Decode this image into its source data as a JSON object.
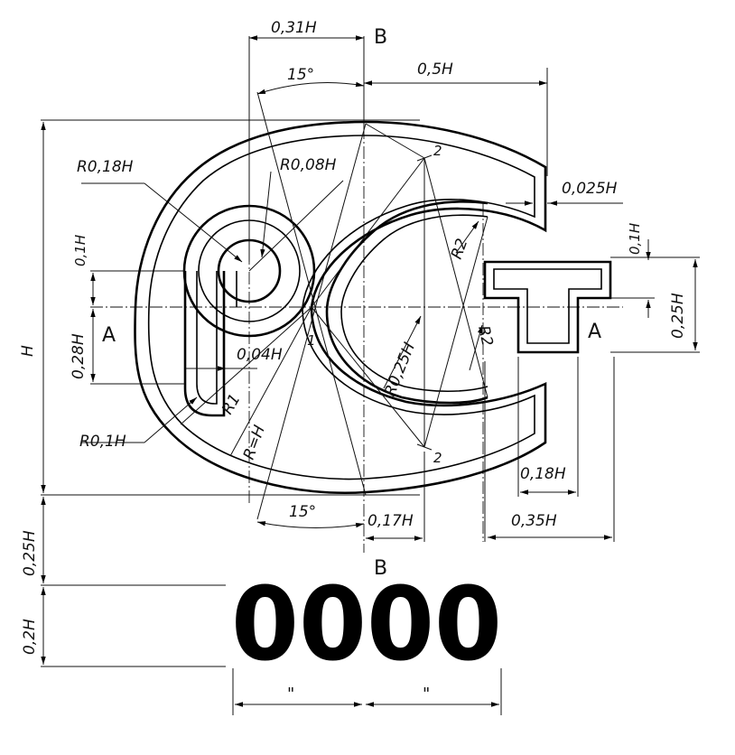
{
  "colors": {
    "ink": "#000000",
    "paper": "#ffffff"
  },
  "labels": {
    "d_031H": "0,31H",
    "d_15_top": "15°",
    "d_05H": "0,5H",
    "section_B_top": "B",
    "R018H": "R0,18H",
    "R008H": "R0,08H",
    "d_0025H": "0,025H",
    "d_01H_left": "0,1H",
    "d_01H_right": "0,1H",
    "d_025H_right": "0,25H",
    "R2_top": "R2",
    "R2_mid": "R2",
    "R025H": "R0,25H",
    "section_A_left": "A",
    "section_A_right": "A",
    "point_1": "1",
    "point_2_top": "2",
    "point_2_bottom": "2",
    "d_004H": "0,04H",
    "d_028H": "0,28H",
    "H": "H",
    "R1": "R1",
    "R_eq_H": "R=H",
    "R01H": "R0,1H",
    "d_018H": "0,18H",
    "d_15_bottom": "15°",
    "d_017H": "0,17H",
    "d_035H": "0,35H",
    "section_B_bottom": "B",
    "d_025H_left": "0,25H",
    "d_02H_left": "0,2H",
    "digits": "0000",
    "ditto_left": "\"",
    "ditto_right": "\""
  }
}
